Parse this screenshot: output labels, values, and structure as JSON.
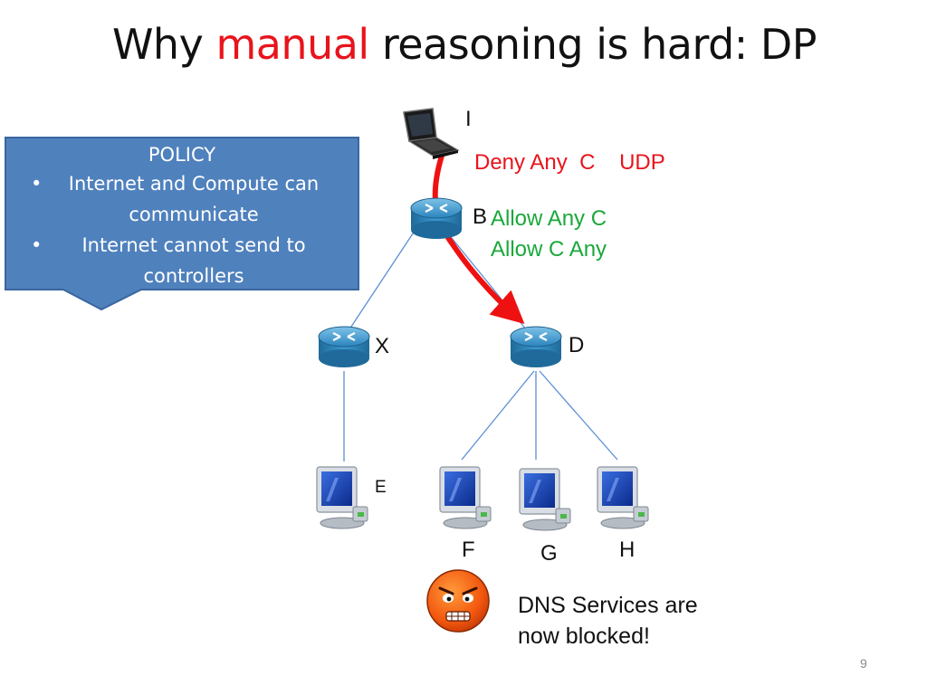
{
  "title": {
    "part1": "Why ",
    "part2": "manual",
    "part3": " reasoning is hard: DP"
  },
  "policy": {
    "heading": "POLICY",
    "items": [
      "Internet and Compute can communicate",
      "Internet cannot send to controllers"
    ]
  },
  "nodes": {
    "I": "I",
    "B": "B",
    "X": "X",
    "D": "D",
    "E": "E",
    "F": "F",
    "G": "G",
    "H": "H"
  },
  "rules": {
    "deny": "Deny Any  C    UDP",
    "allow1": "Allow Any  C",
    "allow2": "Allow C  Any"
  },
  "note": {
    "line1": "DNS Services are",
    "line2": "now blocked!"
  },
  "page_number": "9",
  "colors": {
    "title_accent": "#e8141c",
    "deny": "#e8141c",
    "allow": "#1aa83a",
    "callout": "#4f81bd",
    "arrow": "#ee1111"
  }
}
